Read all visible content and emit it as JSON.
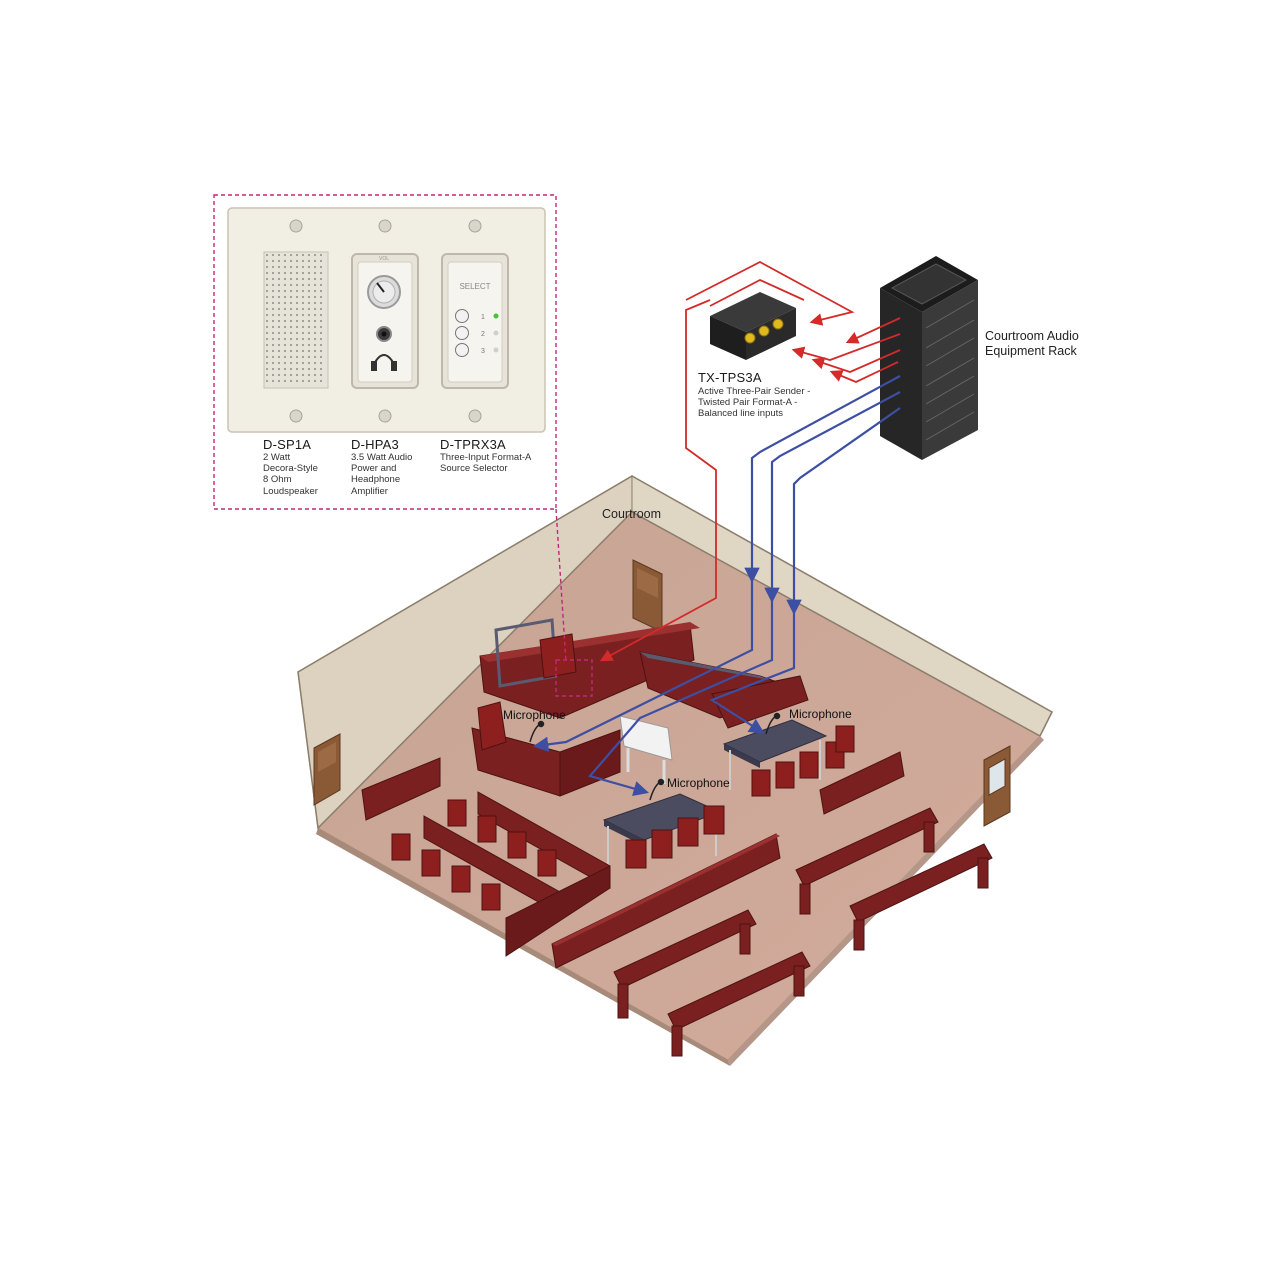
{
  "diagram": {
    "wallplate": {
      "select_label": "SELECT",
      "vol_label": "VOL",
      "buttons": [
        "1",
        "2",
        "3"
      ],
      "led_colors": [
        "#44c23a",
        "#cfcfcf",
        "#cfcfcf"
      ]
    },
    "devices": [
      {
        "model": "D-SP1A",
        "lines": [
          "2 Watt",
          "Decora-Style",
          "8 Ohm",
          "Loudspeaker"
        ]
      },
      {
        "model": "D-HPA3",
        "lines": [
          "3.5 Watt Audio",
          "Power and",
          "Headphone",
          "Amplifier"
        ]
      },
      {
        "model": "D-TPRX3A",
        "lines": [
          "Three-Input Format-A",
          "Source Selector"
        ]
      }
    ],
    "sender": {
      "model": "TX-TPS3A",
      "lines": [
        "Active Three-Pair Sender -",
        "Twisted Pair Format-A -",
        "Balanced line inputs"
      ]
    },
    "rack": {
      "lines": [
        "Courtroom Audio",
        "Equipment Rack"
      ]
    },
    "room_label": "Courtroom",
    "mic_label_1": "Microphone",
    "mic_label_2": "Microphone",
    "mic_label_3": "Microphone",
    "colors": {
      "signal_red": "#d42a2a",
      "signal_blue": "#3d4fa3",
      "furniture": "#7a2020",
      "floor": "#c8aa98",
      "wall": "#ddd2bf",
      "rack": "#2a2a2a",
      "callout_border": "#c0287a"
    }
  }
}
